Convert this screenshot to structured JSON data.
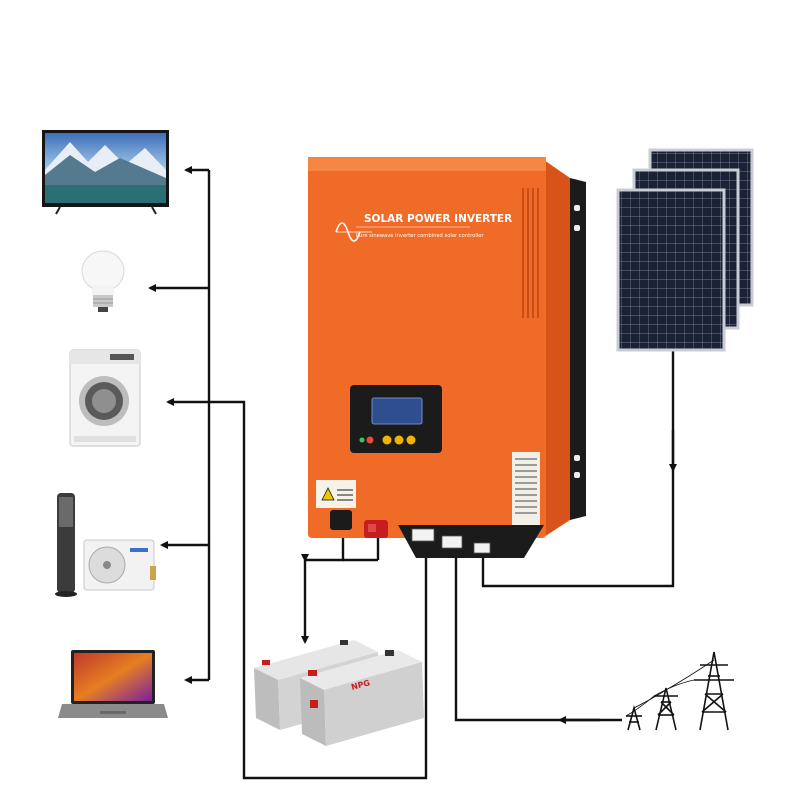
{
  "inverter": {
    "title": "SOLAR POWER INVERTER",
    "subtitle": "Pure sinewave inverter combined solar controller",
    "body_color": "#f06a28",
    "dark_color": "#1b1b1b"
  },
  "labels": {
    "battery_brand": "NPG"
  },
  "icons": {
    "tv": "tv-icon",
    "bulb": "light-bulb-icon",
    "washer": "washing-machine-icon",
    "air_conditioner": "air-conditioner-icon",
    "laptop": "laptop-icon",
    "solar_panels": "solar-panel-icon",
    "battery": "battery-icon",
    "grid": "power-tower-icon"
  },
  "colors": {
    "wire": "#111111",
    "panel": "#1c2236",
    "battery": "#cfcfcf",
    "battery_terminal": "#d11f1f"
  }
}
